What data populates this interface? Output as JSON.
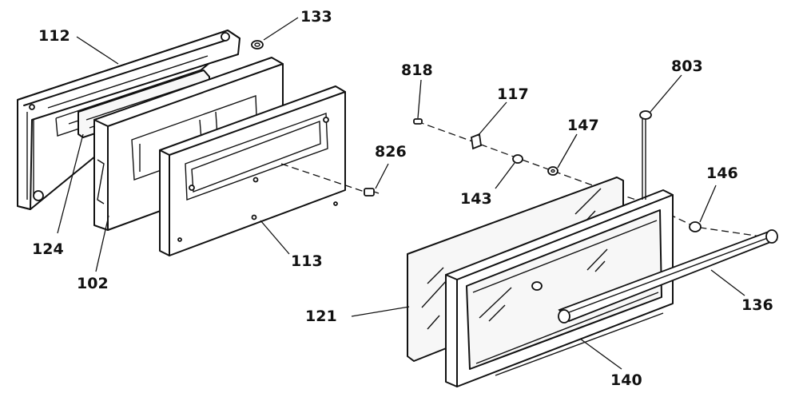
{
  "labels": {
    "p112": "112",
    "p133": "133",
    "p124": "124",
    "p102": "102",
    "p113": "113",
    "p826": "826",
    "p818": "818",
    "p117": "117",
    "p147": "147",
    "p143": "143",
    "p803": "803",
    "p146": "146",
    "p121": "121",
    "p136": "136",
    "p140": "140"
  }
}
